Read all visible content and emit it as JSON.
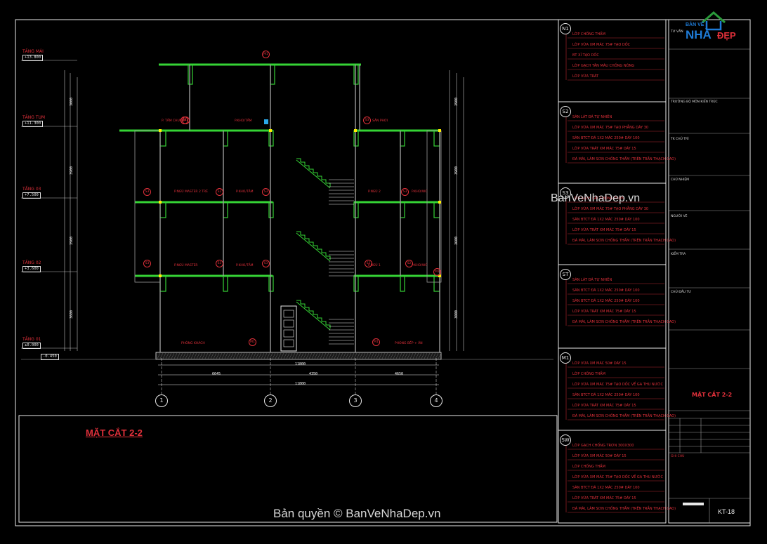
{
  "drawing": {
    "section_title": "MẶT CẮT 2-2",
    "levels": [
      {
        "name": "TẦNG MÁI",
        "elevation": "+13.800"
      },
      {
        "name": "TẦNG TUM",
        "elevation": "+11.300"
      },
      {
        "name": "TẦNG 03",
        "elevation": "+7.500"
      },
      {
        "name": "TẦNG 02",
        "elevation": "+3.600"
      },
      {
        "name": "TẦNG 01",
        "elevation": "±0.000"
      }
    ],
    "ground_level": "-0.450",
    "axes": [
      "1",
      "2",
      "3",
      "4"
    ],
    "section_tags": [
      "M1",
      "M1",
      "S3",
      "S3",
      "S2",
      "S3",
      "S3",
      "S3",
      "S3",
      "S3",
      "S3",
      "S2",
      "S3",
      "M1",
      "M1",
      "M1"
    ],
    "rooms": [
      "P. TẮM CHUNG",
      "P.KHO/TẮM",
      "SÂN PHƠI",
      "P.NGỦ MASTER 2 TRẺ",
      "P.KHO/TẮM",
      "P.NGỦ 2",
      "P.KHO/WC",
      "P.NGỦ MASTER",
      "P.KHO/TẮM",
      "P.NGỦ 1",
      "P.KHO/WC",
      "PHÒNG KHÁCH",
      "PHÒNG BẾP + ĂN"
    ],
    "dimensions": {
      "overall": [
        "11800",
        "11800"
      ],
      "spans": [
        "6645",
        "4350",
        "4650"
      ],
      "vertical_left": [
        "3000",
        "3900",
        "3900",
        "3600"
      ],
      "vertical_right": [
        "3900",
        "3900",
        "3600",
        "3000"
      ]
    }
  },
  "legend": {
    "blocks": [
      {
        "code": "N1",
        "lines": [
          "LỚP CHỐNG THẤM",
          "LỚP VỮA XM MÁC 75# TẠO DỐC",
          "BT XỈ TẠO DỐC",
          "LỚP GẠCH TÂN MÀU CHỐNG NÓNG",
          "LỚP VỮA TRÁT"
        ]
      },
      {
        "code": "S2",
        "lines": [
          "SÀN LÁT ĐÁ TỰ NHIÊN",
          "LỚP VỮA XM MÁC 75# TẠO PHẲNG DÀY 30",
          "SÀN BTCT ĐÁ 1X2 MÁC 250# DÀY 100",
          "LỚP VỮA TRÁT XM MÁC 75# DÀY 15",
          "ĐÁ MÀI, LÀM SƠN CHỐNG THẤM (TRÊN TRẦN THẠCH CAO)"
        ]
      },
      {
        "code": "S3",
        "lines": [
          "LỚP GẠCH LÁT CHỐNG TRƠN",
          "LỚP VỮA XM MÁC 75# TẠO PHẲNG DÀY 30",
          "SÀN BTCT ĐÁ 1X2 MÁC 250# DÀY 100",
          "LỚP VỮA TRÁT XM MÁC 75# DÀY 15",
          "ĐÁ MÀI, LÀM SƠN CHỐNG THẤM (TRÊN TRẦN THẠCH CAO)"
        ]
      },
      {
        "code": "ST",
        "lines": [
          "SÀN LÁT ĐÁ TỰ NHIÊN",
          "SÀN BTCT ĐÁ 1X2 MÁC 250# DÀY 100",
          "SÀN BTCT ĐÁ 1X2 MÁC 250# DÀY 100",
          "LỚP VỮA TRÁT XM MÁC 75# DÀY 15",
          "ĐÁ MÀI, LÀM SƠN CHỐNG THẤM (TRÊN TRẦN THẠCH CAO)"
        ]
      },
      {
        "code": "M1",
        "lines": [
          "LỚP VỮA XM MÁC 50# DÀY 15",
          "LỚP CHỐNG THẤM",
          "LỚP VỮA XM MÁC 75# TẠO DỐC VỀ GA THU NƯỚC",
          "SÀN BTCT ĐÁ 1X2 MÁC 250# DÀY 100",
          "LỚP VỮA TRÁT XM MÁC 75# DÀY 15",
          "ĐÁ MÀI, LÀM SƠN CHỐNG THẤM (TRÊN TRẦN THẠCH CAO)"
        ]
      },
      {
        "code": "SW",
        "lines": [
          "LỚP GẠCH CHỐNG TRƠN 300X300",
          "LỚP VỮA XM MÁC 50# DÀY 15",
          "LỚP CHỐNG THẤM",
          "LỚP VỮA XM MÁC 75# TẠO DỐC VỀ GA THU NƯỚC",
          "SÀN BTCT ĐÁ 1X2 MÁC 250# DÀY 100",
          "LỚP VỮA TRÁT XM MÁC 75# DÀY 15",
          "ĐÁ MÀI, LÀM SƠN CHỐNG THẤM (TRÊN TRẦN THẠCH CAO)"
        ]
      }
    ]
  },
  "title_block": {
    "logo": {
      "ban_ve": "BẢN VẼ",
      "nha": "NHÀ",
      "dep": "ĐẸP"
    },
    "header": "TƯ VẤN",
    "rows": [
      "TRƯỞNG BỘ MÔN KIẾN TRÚC",
      "TK CHỦ TRÌ",
      "CHỦ NHIỆM",
      "NGƯỜI VẼ",
      "KIỂM TRA",
      "CHỦ ĐẦU TƯ"
    ],
    "drawing_name": "MẶT CẮT 2-2",
    "revision_label": "GHI CHÚ",
    "sheet_number": "KT-18"
  },
  "watermarks": {
    "site": "BanVeNhaDep.vn",
    "copyright": "Bản quyền © BanVeNhaDep.vn"
  },
  "colors": {
    "background": "#000000",
    "slab": "#35d335",
    "wall": "#9a9a9a",
    "line": "#e8e8e8",
    "annotation": "#e0303a",
    "dimension": "#ffffff",
    "column_marker": "#ffee00"
  }
}
